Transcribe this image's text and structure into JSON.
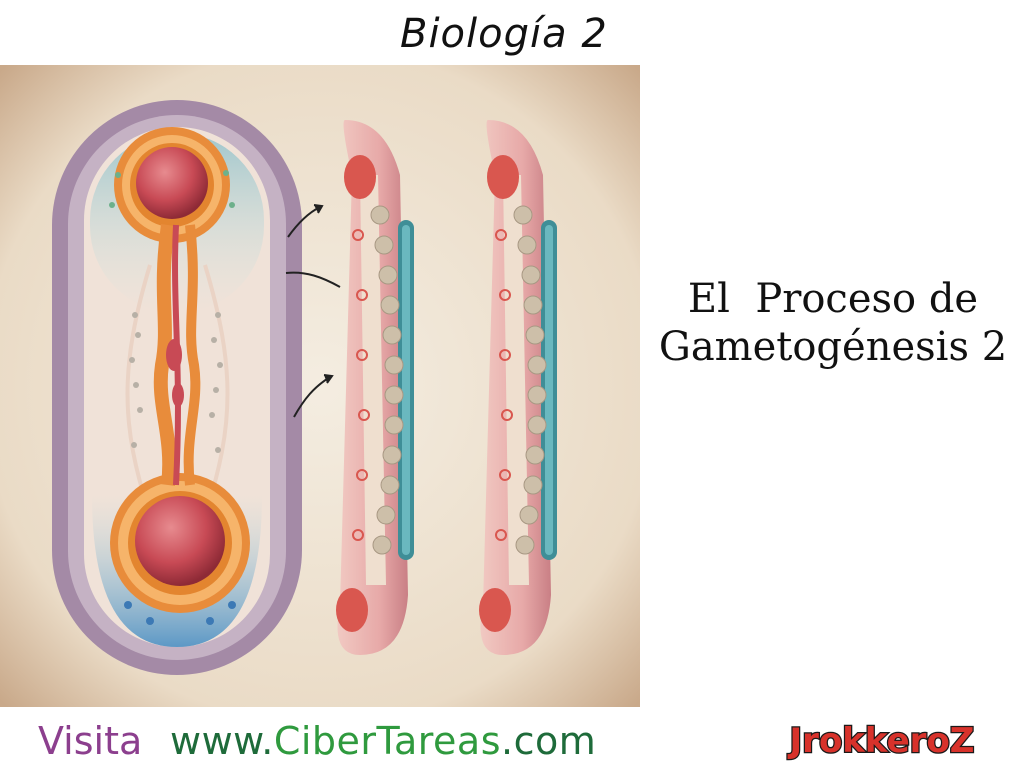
{
  "header": {
    "title": "Biología 2"
  },
  "slide": {
    "title_line1": "El  Proceso de",
    "title_line2": "Gametogénesis 2"
  },
  "footer": {
    "visit_label": "Visita",
    "site_prefix": "www.",
    "site_name": "CiberTareas",
    "site_suffix": ".com",
    "logo_text": "JrokkeroZ"
  },
  "colors": {
    "visit": "#8c3f8e",
    "site_green_dark": "#1e6b3a",
    "site_green": "#2f9a3e",
    "logo_red": "#d8322b",
    "logo_outline": "#1a1a1a"
  }
}
